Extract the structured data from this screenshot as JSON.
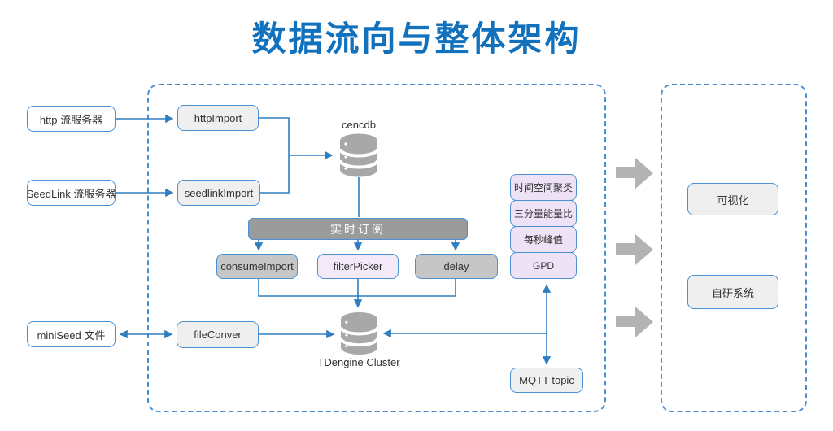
{
  "title": "数据流向与整体架构",
  "colors": {
    "title_blue": "#1271BD",
    "border_blue": "#4A90D2",
    "line_blue": "#2E7EC0",
    "bar_gray": "#9B9B9B",
    "box_gray": "#C6C6C6",
    "light_gray": "#EFEFEF",
    "lavender": "#F3E9F9",
    "icon_gray": "#A8A8A8",
    "block_arrow_gray": "#B3B3B3"
  },
  "sources": {
    "http_server": "http 流服务器",
    "seedlink_server": "SeedLink 流服务器",
    "miniseed_file": "miniSeed 文件"
  },
  "pipeline": {
    "http_import": "httpImport",
    "seedlink_import": "seedlinkImport",
    "cencdb_label": "cencdb",
    "subscribe_bar": "实时订阅",
    "consume_import": "consumeImport",
    "filter_picker": "filterPicker",
    "delay": "delay",
    "file_conver": "fileConver",
    "tdengine_label": "TDengine Cluster",
    "mqtt_topic": "MQTT topic",
    "analysis_stack": [
      "时间空间聚类",
      "三分量能量比",
      "每秒峰值",
      "GPD"
    ]
  },
  "outputs": {
    "visualization": "可视化",
    "inhouse_system": "自研系统"
  }
}
